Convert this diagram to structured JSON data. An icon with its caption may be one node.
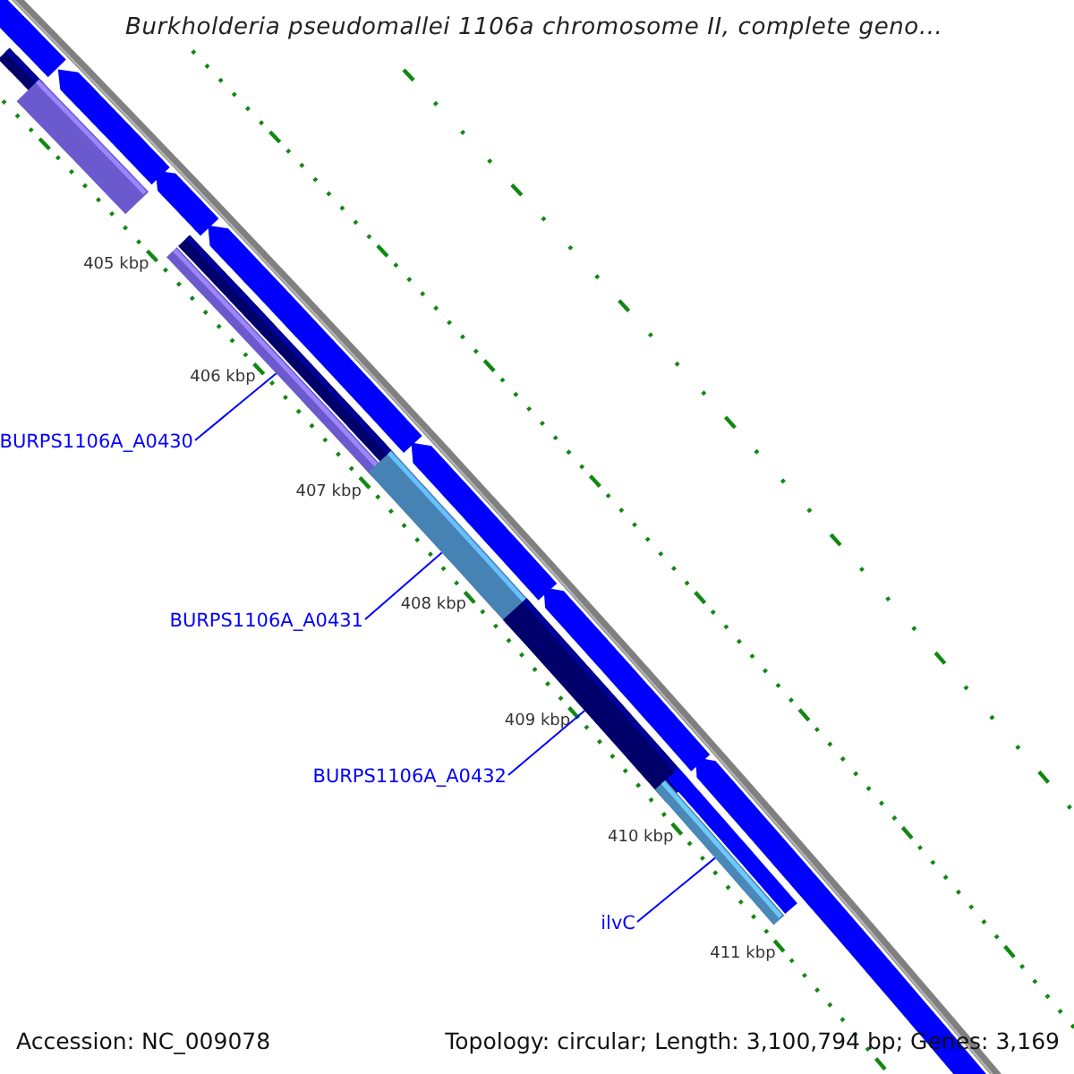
{
  "diagram": {
    "title": "Burkholderia pseudomallei 1106a chromosome II, complete geno...",
    "nodes": [
      {
        "text": [
          "BURPS1106A_A0430"
        ]
      },
      {
        "text": [
          "BURPS1106A_A0431"
        ]
      },
      {
        "text": [
          "BURPS1106A_A0432"
        ]
      },
      {
        "text": [
          "ilvC"
        ]
      },
      {
        "text": [],
        "shape": "bar"
      },
      {
        "text": [],
        "shape": "bar"
      },
      {
        "text": [],
        "shape": "bar"
      },
      {
        "text": [],
        "shape": "bar"
      },
      {
        "text": [],
        "shape": "bar"
      },
      {
        "text": [],
        "shape": "bar"
      },
      {
        "text": [],
        "shape": "bar"
      },
      {
        "text": [],
        "shape": "bar"
      },
      {
        "text": [],
        "shape": "bar"
      },
      {
        "text": [],
        "shape": "bar"
      },
      {
        "text": [],
        "shape": "bar"
      },
      {
        "text": [],
        "shape": "bar"
      },
      {
        "text": [],
        "shape": "bar"
      },
      {
        "text": [],
        "shape": "bar"
      },
      {
        "text": [],
        "shape": "bar"
      }
    ],
    "edges": [
      {
        "from": 0,
        "to": 11,
        "arrow": "none"
      },
      {
        "from": 1,
        "to": 12,
        "arrow": "none"
      },
      {
        "from": 2,
        "to": 14,
        "arrow": "none"
      },
      {
        "from": 3,
        "to": 17,
        "arrow": "none"
      }
    ],
    "labels": [
      "405 kbp",
      "406 kbp",
      "407 kbp",
      "408 kbp",
      "409 kbp",
      "410 kbp",
      "411 kbp",
      "Accession: NC_009078",
      "Topology: circular; Length: 3,100,794 bp; Genes: 3,169"
    ]
  }
}
